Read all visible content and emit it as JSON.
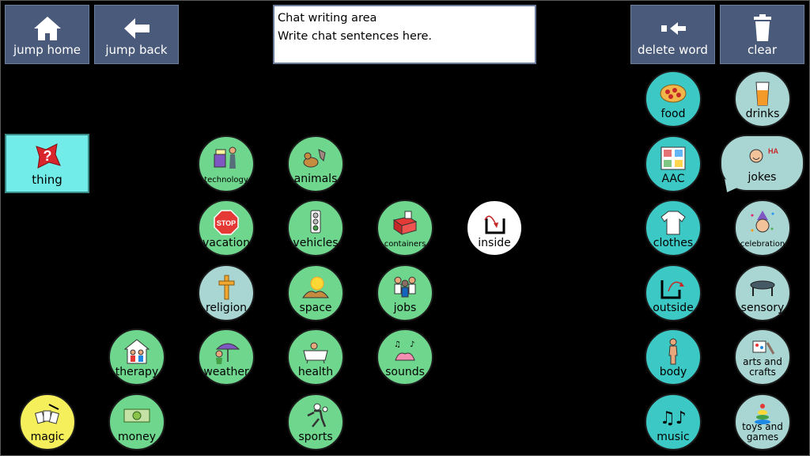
{
  "toolbar": {
    "jump_home": "jump home",
    "jump_back": "jump back",
    "delete_word": "delete word",
    "clear": "clear"
  },
  "chat": {
    "title": "Chat writing area",
    "placeholder": "Write chat sentences here."
  },
  "thing": {
    "label": "thing"
  },
  "tiles": {
    "food": "food",
    "drinks": "drinks",
    "aac": "AAC",
    "jokes": "jokes",
    "clothes": "clothes",
    "celebration": "celebration",
    "outside": "outside",
    "sensory": "sensory",
    "body": "body",
    "arts_crafts": "arts and crafts",
    "music": "music",
    "toys_games": "toys and games",
    "technology": "technology",
    "animals": "animals",
    "vacation": "vacation",
    "vehicles": "vehicles",
    "containers": "containers",
    "inside": "inside",
    "religion": "religion",
    "space": "space",
    "jobs": "jobs",
    "therapy": "therapy",
    "weather": "weather",
    "health": "health",
    "sounds": "sounds",
    "magic": "magic",
    "money": "money",
    "sports": "sports",
    "stop_sign": "STOP",
    "joke_ha": "HA"
  },
  "colors": {
    "toolbar_bg": "#4a5a7a",
    "tile_green": "#6fd68e",
    "tile_teal": "#3cc8c4",
    "tile_gray": "#a9d6d3",
    "tile_yellow": "#f5ef5c",
    "thing_bg": "#72ece9"
  }
}
